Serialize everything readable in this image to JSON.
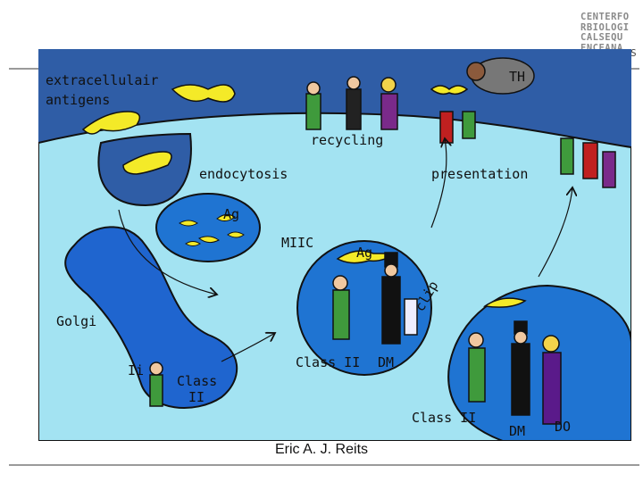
{
  "logo": {
    "lines": [
      "CENTERFO",
      "RBIOLOGI",
      "CALSEQU",
      "ENCEANA"
    ],
    "extra": "S"
  },
  "diagram": {
    "labels": {
      "extracellular": "extracellulair",
      "antigens": "antigens",
      "recycling": "recycling",
      "endocytosis": "endocytosis",
      "presentation": "presentation",
      "ag1": "Ag",
      "miic": "MIIC",
      "ag2": "Ag",
      "golgi": "Golgi",
      "ii": "Ii",
      "class": "Class",
      "ii2": "II",
      "class_ii_1": "Class II",
      "dm_1": "DM",
      "class_ii_2": "Class II",
      "dm_2": "DM",
      "do": "DO",
      "th": "TH",
      "clip": "clip"
    },
    "colors": {
      "sky": "#2f5da6",
      "cell": "#a3e3f2",
      "vesicle": "#1f74d2",
      "golgi": "#1f65cf",
      "antigen": "#f4ea28",
      "outline": "#111111"
    }
  },
  "caption": "Eric A. J. Reits"
}
